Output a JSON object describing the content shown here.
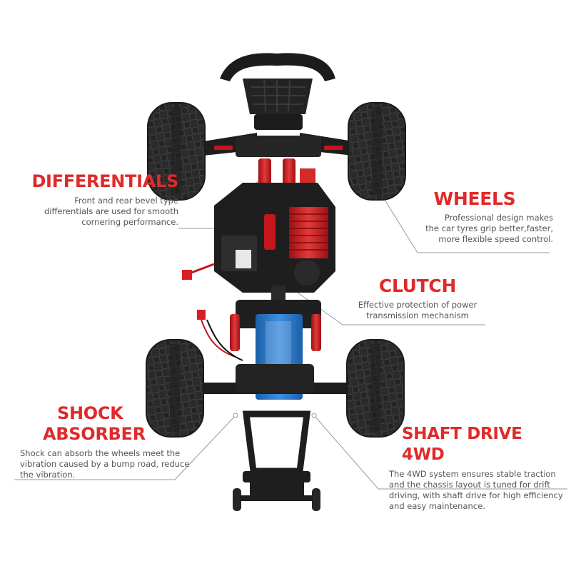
{
  "features": {
    "differentials": {
      "title": "DIFFERENTIALS",
      "description": "Front and rear bevel type\ndifferentials are used for smooth\ncornering performance."
    },
    "wheels": {
      "title": "WHEELS",
      "description": "Professional design makes\nthe car tyres grip better,faster,\nmore flexible speed control."
    },
    "clutch": {
      "title": "CLUTCH",
      "description": "Effective protection of power\ntransmission mechanism"
    },
    "shock": {
      "title_line1": "SHOCK",
      "title_line2": "ABSORBER",
      "description": "Shock can absorb the wheels meet the\nvibration caused by a bump road, reduce\nthe vibration."
    },
    "shaft": {
      "title": "SHAFT DRIVE 4WD",
      "description": "The 4WD system ensures stable traction\nand the chassis layout is tuned for drift\ndriving, with shaft drive for high efficiency\nand easy maintenance."
    }
  },
  "colors": {
    "accent": "#e02a2a",
    "body_text": "#555555",
    "chassis": "#1c1c1c",
    "tire": "#2a2a2a",
    "aluminum_red": "#c4161c",
    "battery_blue": "#1f6fc4",
    "leader_line": "#9a9a9a"
  }
}
